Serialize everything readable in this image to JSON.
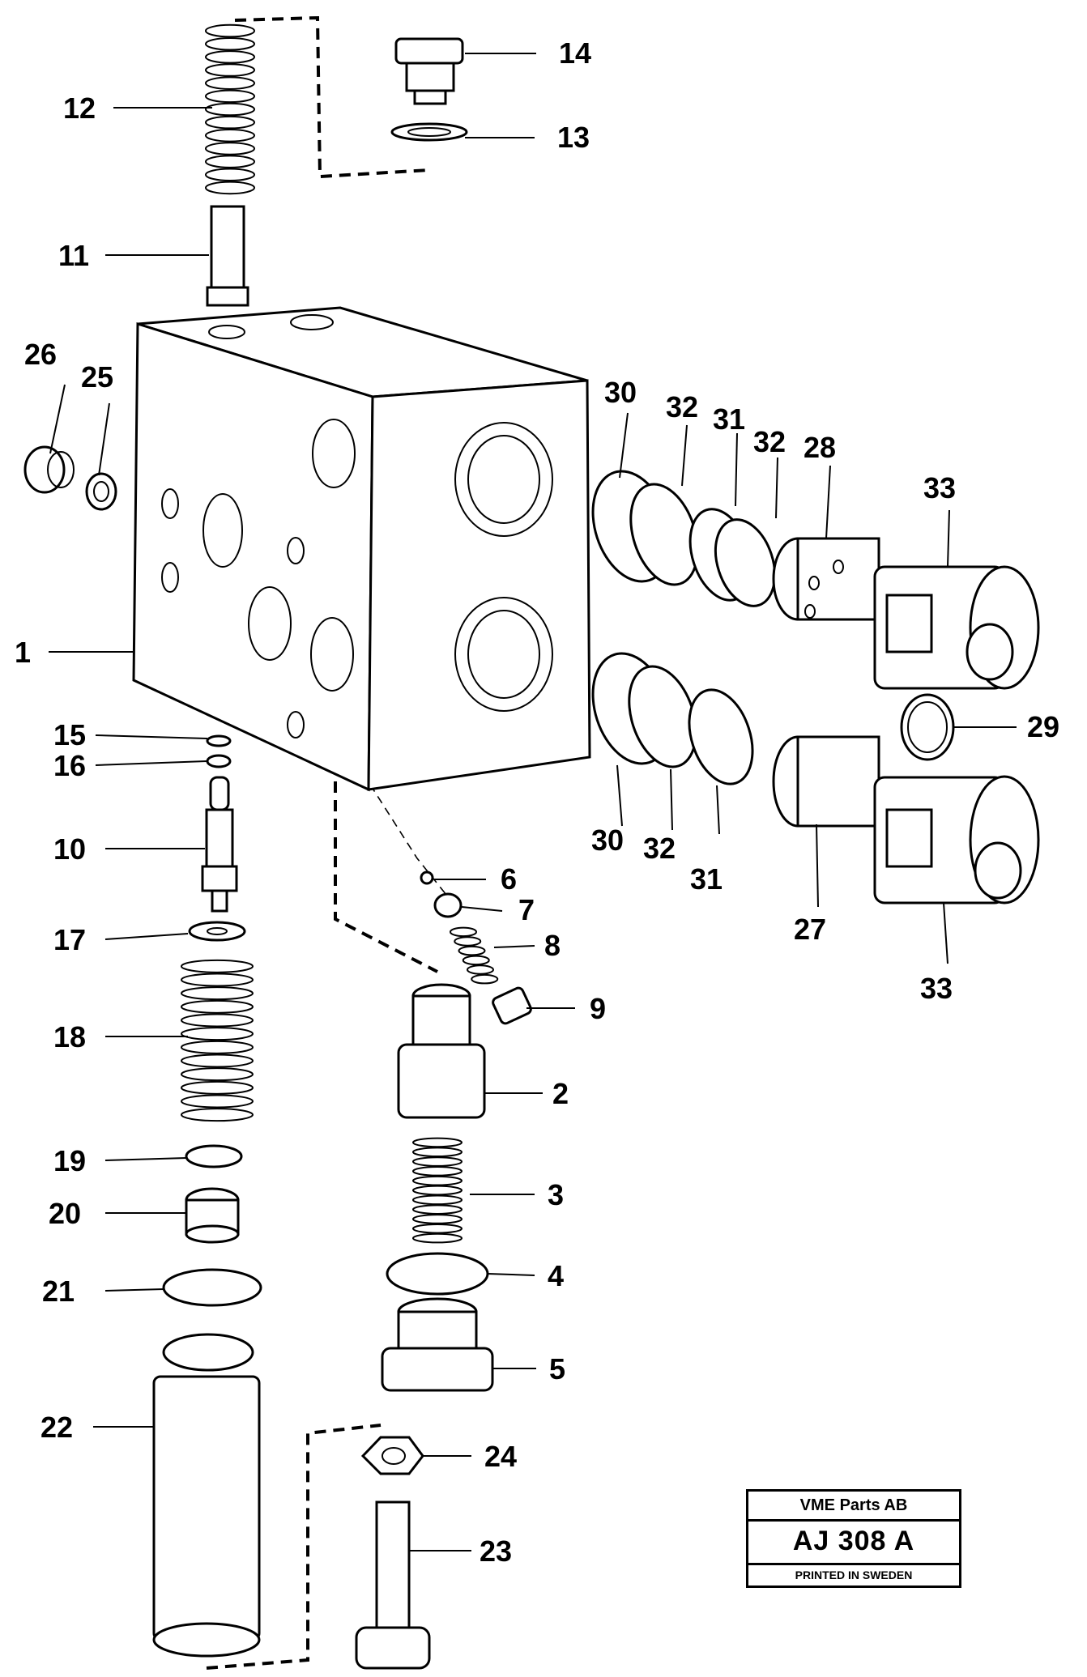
{
  "title_block": {
    "company": "VME Parts AB",
    "drawing_code": "AJ 308 A",
    "printed": "PRINTED IN SWEDEN"
  },
  "callouts": [
    "1",
    "2",
    "3",
    "4",
    "5",
    "6",
    "7",
    "8",
    "9",
    "10",
    "11",
    "12",
    "13",
    "14",
    "15",
    "16",
    "17",
    "18",
    "19",
    "20",
    "21",
    "22",
    "23",
    "24",
    "25",
    "26",
    "27",
    "28",
    "29",
    "30",
    "31",
    "32",
    "33"
  ]
}
